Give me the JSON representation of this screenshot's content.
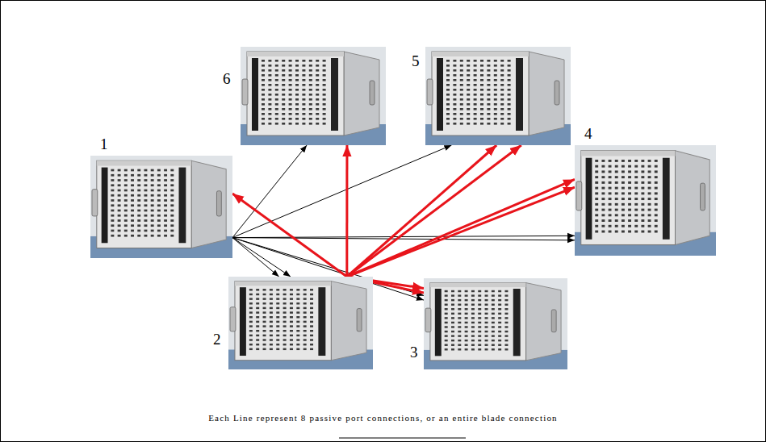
{
  "diagram": {
    "caption": "Each Line represent 8 passive port connections, or an entire blade connection",
    "nodes": [
      {
        "text": [
          "6"
        ]
      },
      {
        "text": [
          "5"
        ]
      },
      {
        "text": [
          "1"
        ]
      },
      {
        "text": [
          "4"
        ]
      },
      {
        "text": [
          "2"
        ]
      },
      {
        "text": [
          "3"
        ]
      }
    ],
    "edges": [
      {
        "from": 2,
        "to": 0,
        "arrow": "to"
      },
      {
        "from": 2,
        "to": 1,
        "arrow": "to"
      },
      {
        "from": 2,
        "to": 3,
        "arrow": "to"
      },
      {
        "from": 2,
        "to": 3,
        "arrow": "to"
      },
      {
        "from": 2,
        "to": 4,
        "arrow": "to"
      },
      {
        "from": 2,
        "to": 4,
        "arrow": "to"
      },
      {
        "from": 2,
        "to": 5,
        "arrow": "to"
      },
      {
        "from": 2,
        "to": 5,
        "arrow": "to"
      },
      {
        "from": 4,
        "to": 2,
        "arrow": "to"
      },
      {
        "from": 4,
        "to": 0,
        "arrow": "to"
      },
      {
        "from": 4,
        "to": 1,
        "arrow": "to"
      },
      {
        "from": 4,
        "to": 1,
        "arrow": "to"
      },
      {
        "from": 4,
        "to": 3,
        "arrow": "to"
      },
      {
        "from": 4,
        "to": 3,
        "arrow": "to"
      },
      {
        "from": 4,
        "to": 5,
        "arrow": "to"
      },
      {
        "from": 4,
        "to": 5,
        "arrow": "to"
      }
    ]
  }
}
